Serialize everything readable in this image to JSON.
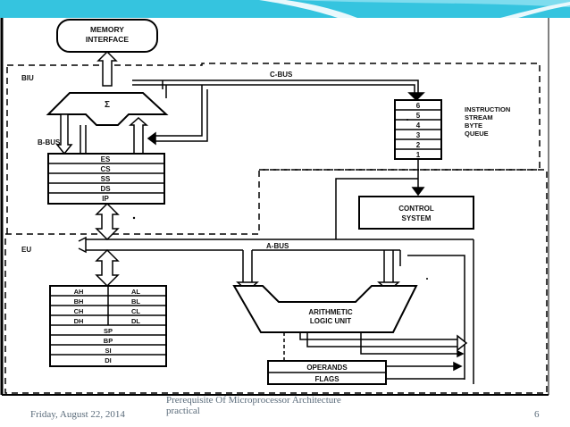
{
  "footer": {
    "date": "Friday, August 22, 2014",
    "title": "Prerequisite Of Microprocessor Architecture practical",
    "page": "6"
  },
  "diagram": {
    "memory_interface": [
      "MEMORY",
      "INTERFACE"
    ],
    "biu": "BIU",
    "eu": "EU",
    "c_bus": "C-BUS",
    "b_bus": "B-BUS",
    "a_bus": "A-BUS",
    "sigma": "Σ",
    "segment_registers": [
      "ES",
      "CS",
      "SS",
      "DS",
      "IP"
    ],
    "queue_bytes": [
      "6",
      "5",
      "4",
      "3",
      "2",
      "1"
    ],
    "queue_label": [
      "INSTRUCTION",
      "STREAM",
      "BYTE",
      "QUEUE"
    ],
    "control_system": [
      "CONTROL",
      "SYSTEM"
    ],
    "general_registers": [
      [
        "AH",
        "AL"
      ],
      [
        "BH",
        "BL"
      ],
      [
        "CH",
        "CL"
      ],
      [
        "DH",
        "DL"
      ]
    ],
    "pointer_registers": [
      "SP",
      "BP",
      "SI",
      "DI"
    ],
    "alu": [
      "ARITHMETIC",
      "LOGIC UNIT"
    ],
    "operands": "OPERANDS",
    "flags": "FLAGS"
  }
}
